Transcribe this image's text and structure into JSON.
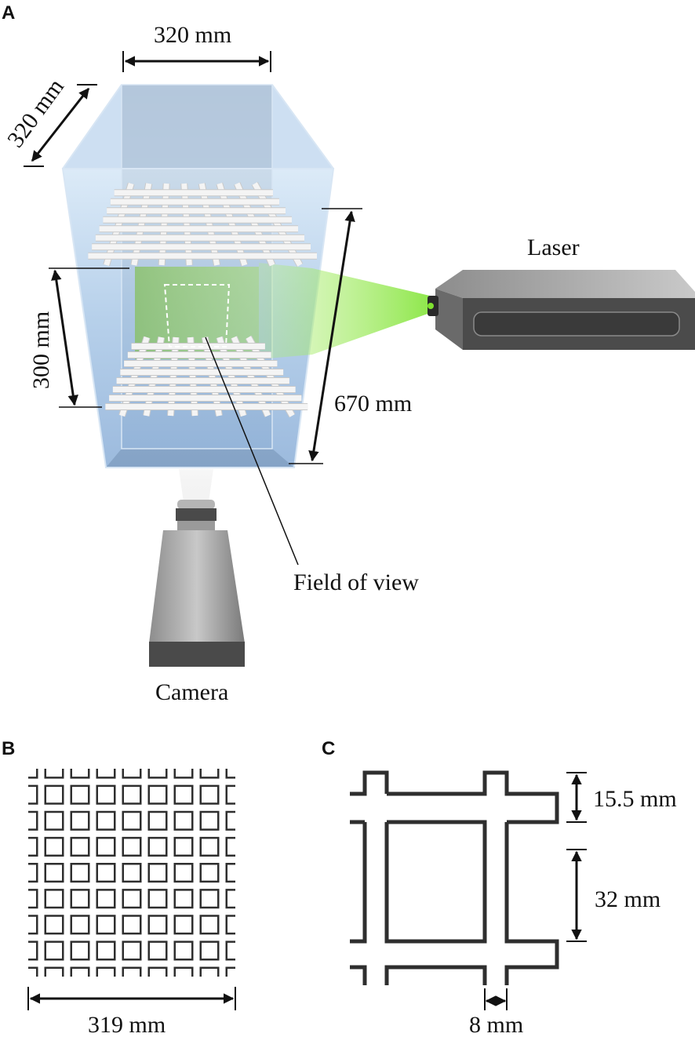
{
  "panels": {
    "a": {
      "letter": "A",
      "tank_width_label": "320 mm",
      "tank_depth_label": "320 mm",
      "grid_spacing_label": "300 mm",
      "tank_height_label": "670 mm",
      "laser_label": "Laser",
      "field_of_view_label": "Field of view",
      "camera_label": "Camera"
    },
    "b": {
      "letter": "B",
      "grid_width_label": "319 mm"
    },
    "c": {
      "letter": "C",
      "bar_span_label": "15.5 mm",
      "mesh_label": "32 mm",
      "bar_width_label": "8 mm"
    }
  },
  "colors": {
    "ink": "#111111",
    "water": "#a9c8e8",
    "laser_sheet": "#8fe04a",
    "grid_bar": "#f4f4f4",
    "device_gray": "#5a5a5a"
  }
}
